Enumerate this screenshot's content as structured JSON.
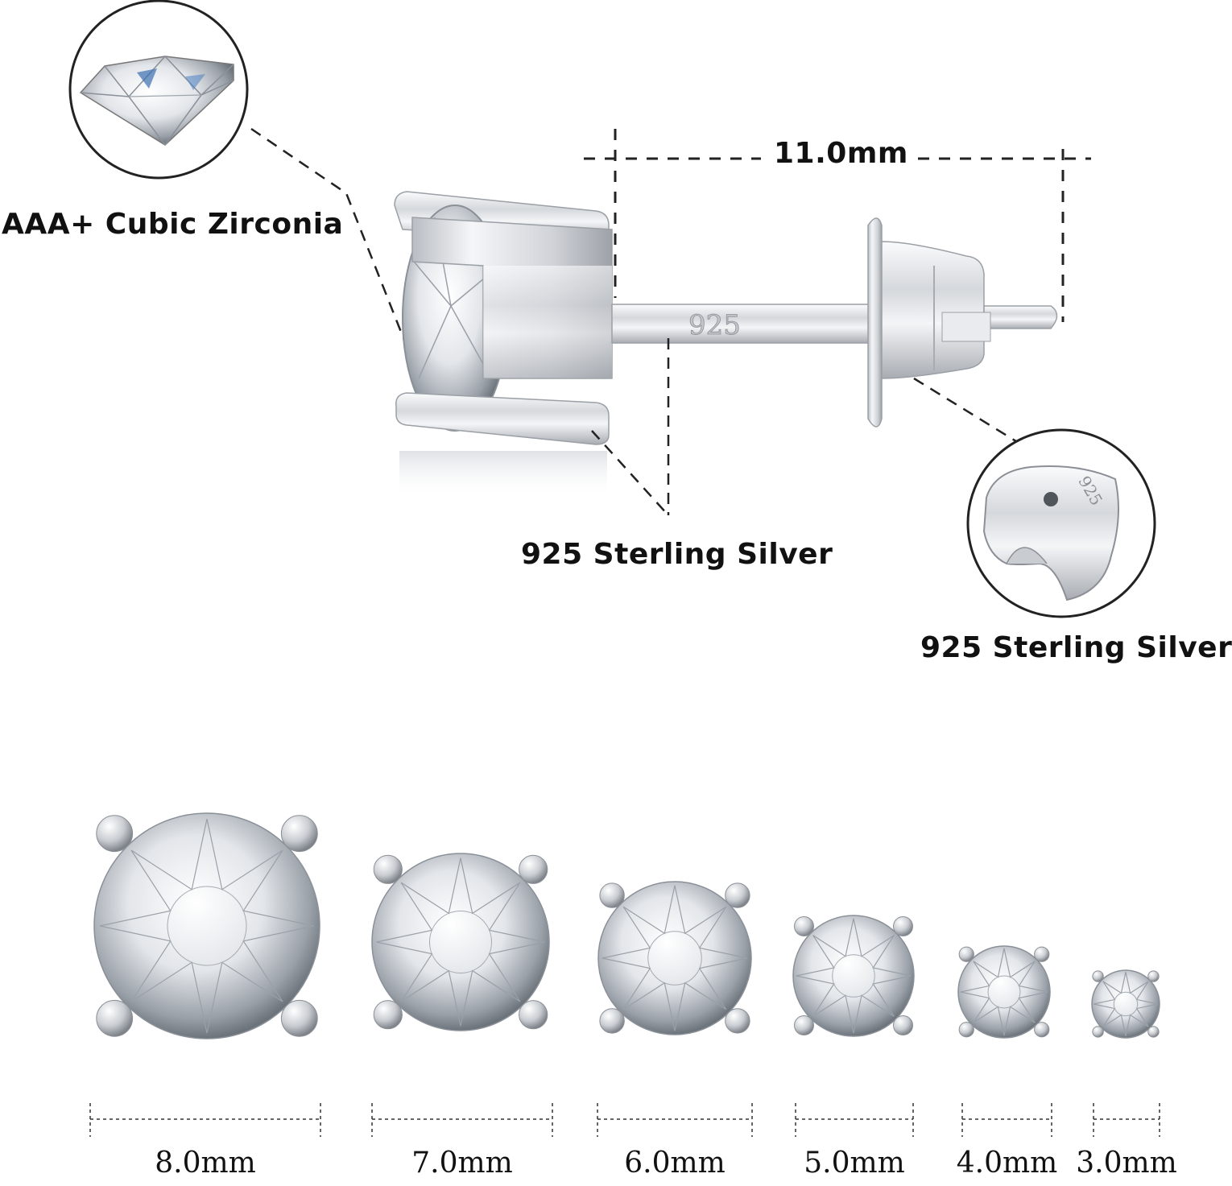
{
  "labels": {
    "stone": "AAA+ Cubic Zirconia",
    "post_material": "925 Sterling Silver",
    "back_material": "925 Sterling Silver",
    "length": "11.0mm",
    "stamp": "925"
  },
  "colors": {
    "dash": "#222222",
    "metal_light": "#f2f3f5",
    "metal_mid": "#c9ccd1",
    "metal_dark": "#8c9096",
    "gem_blue": "#3c6fb0"
  },
  "sizes": [
    {
      "label": "8.0mm",
      "mm": 8.0
    },
    {
      "label": "7.0mm",
      "mm": 7.0
    },
    {
      "label": "6.0mm",
      "mm": 6.0
    },
    {
      "label": "5.0mm",
      "mm": 5.0
    },
    {
      "label": "4.0mm",
      "mm": 4.0
    },
    {
      "label": "3.0mm",
      "mm": 3.0
    }
  ]
}
